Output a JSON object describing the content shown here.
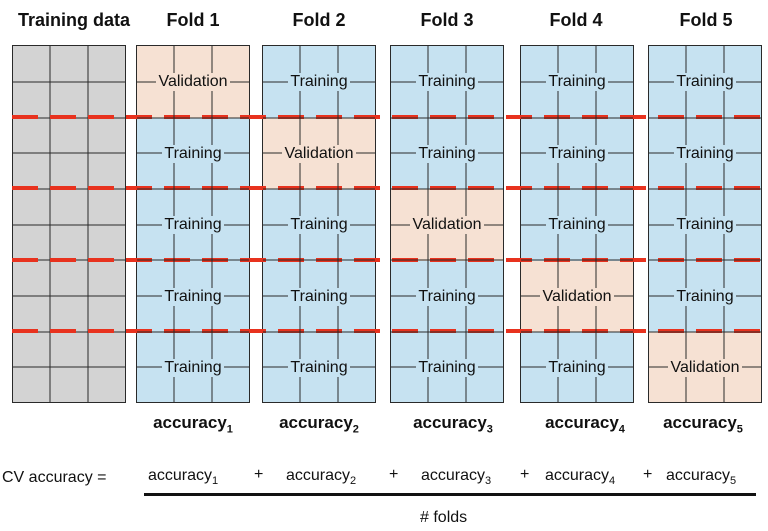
{
  "headers": [
    "Training data",
    "Fold 1",
    "Fold 2",
    "Fold 3",
    "Fold 4",
    "Fold 5"
  ],
  "folds": [
    {
      "segments": [
        "Validation",
        "Training",
        "Training",
        "Training",
        "Training"
      ]
    },
    {
      "segments": [
        "Training",
        "Validation",
        "Training",
        "Training",
        "Training"
      ]
    },
    {
      "segments": [
        "Training",
        "Training",
        "Validation",
        "Training",
        "Training"
      ]
    },
    {
      "segments": [
        "Training",
        "Training",
        "Training",
        "Validation",
        "Training"
      ]
    },
    {
      "segments": [
        "Training",
        "Training",
        "Training",
        "Training",
        "Validation"
      ]
    }
  ],
  "accuracy": {
    "word": "accuracy",
    "subs": [
      "1",
      "2",
      "3",
      "4",
      "5"
    ]
  },
  "formula": {
    "lhs": "CV accuracy =",
    "terms": [
      "accuracy",
      "accuracy",
      "accuracy",
      "accuracy",
      "accuracy"
    ],
    "term_subs": [
      "1",
      "2",
      "3",
      "4",
      "5"
    ],
    "plus": "+",
    "denominator": "# folds"
  },
  "colors": {
    "training": "#c6e2f1",
    "validation": "#f6e1d3",
    "data": "#d3d3d3",
    "dash": "#e8321e"
  }
}
